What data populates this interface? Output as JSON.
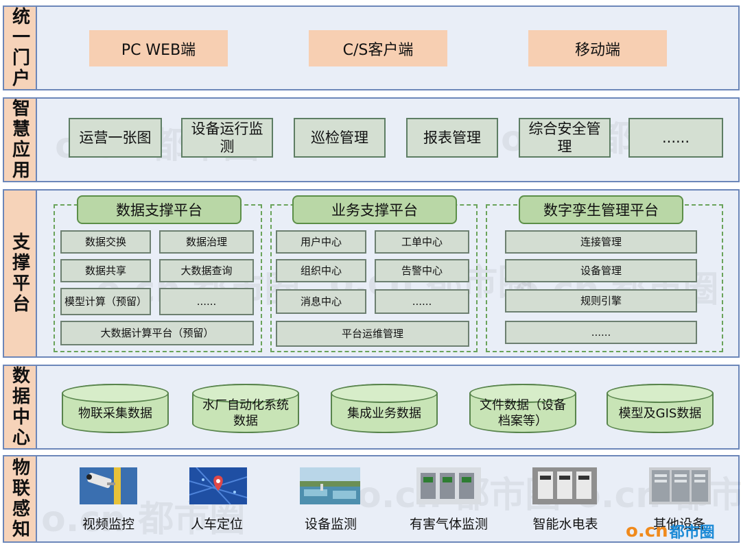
{
  "layers": {
    "portal": "统一门户",
    "apps": "智慧应用",
    "support": "支撑平台",
    "data": "数据中心",
    "iot": "物联感知"
  },
  "portal_items": [
    "PC WEB端",
    "C/S客户端",
    "移动端"
  ],
  "app_items": [
    "运营一张图",
    "设备运行监测",
    "巡检管理",
    "报表管理",
    "综合安全管理",
    "......"
  ],
  "platforms": {
    "data": {
      "title": "数据支撑平台",
      "items": [
        "数据交换",
        "数据治理",
        "数据共享",
        "大数据查询",
        "模型计算（预留）",
        "......"
      ],
      "wide": "大数据计算平台（预留）"
    },
    "business": {
      "title": "业务支撑平台",
      "items": [
        "用户中心",
        "工单中心",
        "组织中心",
        "告警中心",
        "消息中心",
        "......"
      ],
      "wide": "平台运维管理"
    },
    "twin": {
      "title": "数字孪生管理平台",
      "items": [
        "连接管理",
        "设备管理",
        "规则引擎",
        "......"
      ]
    }
  },
  "databases": [
    "物联采集数据",
    "水厂自动化系统数据",
    "集成业务数据",
    "文件数据（设备档案等）",
    "模型及GIS数据"
  ],
  "devices": [
    {
      "label": "视频监控",
      "icon": "camera-photo-icon"
    },
    {
      "label": "人车定位",
      "icon": "location-map-icon"
    },
    {
      "label": "设备监测",
      "icon": "water-plant-photo-icon"
    },
    {
      "label": "有害气体监测",
      "icon": "gas-monitor-photo-icon"
    },
    {
      "label": "智能水电表",
      "icon": "meter-photo-icon"
    },
    {
      "label": "其他设备",
      "icon": "cabinet-photo-icon"
    }
  ],
  "watermark": "o.cn 都市圈",
  "logo": {
    "mark": "o.cn",
    "text": "都市圈"
  },
  "colors": {
    "layer_border": "#6b86b9",
    "layer_bg": "#e9eef7",
    "side_label_bg": "#f6d3b9",
    "portal_box": "#f7cfb2",
    "app_box": "#d4dfd2",
    "platform_header": "#b9d7a6",
    "cylinder": "#c8e4b6",
    "logo_orange": "#f08a1c",
    "logo_blue": "#1c8ad6"
  }
}
